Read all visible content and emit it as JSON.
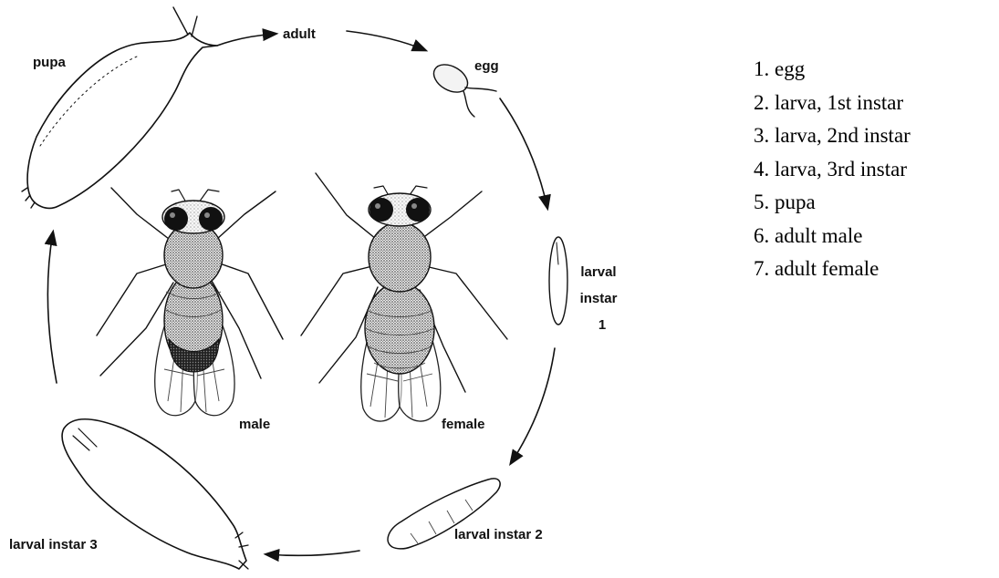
{
  "labels": {
    "adult": "adult",
    "egg": "egg",
    "pupa": "pupa",
    "larval_instar_1_line1": "larval",
    "larval_instar_1_line2": "instar",
    "larval_instar_1_line3": "1",
    "larval_instar_2": "larval instar 2",
    "larval_instar_3": "larval instar 3",
    "male": "male",
    "female": "female"
  },
  "legend": [
    "1. egg",
    "2. larva, 1st instar",
    "3. larva, 2nd instar",
    "4. larva, 3rd instar",
    "5. pupa",
    "6. adult male",
    "7. adult female"
  ]
}
